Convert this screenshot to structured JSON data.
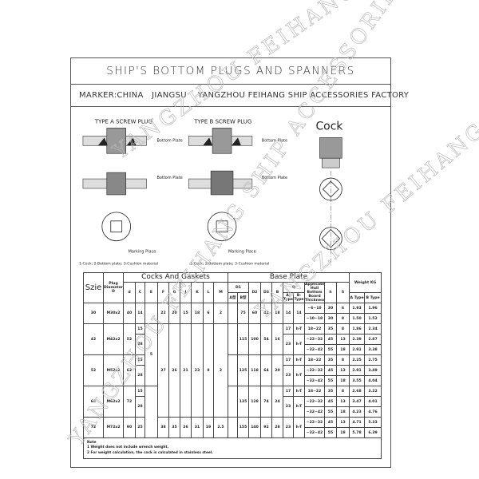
{
  "title": "SHIP'S BOTTOM PLUGS AND SPANNERS",
  "marker": "MARKER:CHINA   JIANGSU    YANGZHOU FEIHANG SHIP ACCESSORIES FACTORY",
  "watermark": "YANGZHOU FEIHANG SHIP ACCESSORIES FACTORY",
  "drawings": {
    "type_a": "TYPE A SCREW PLUG",
    "type_b": "TYPE B SCREW PLUG",
    "cock": "Cock",
    "bottom_plate": "Bottom Plate",
    "marking_place": "Marking Place",
    "legend": "1-Cock; 2-Bottom plate; 3-Cushion material"
  },
  "table": {
    "headers": {
      "size": "Szie",
      "plug": "Plug Diameter D",
      "cocks": "Cocks And Gaskets",
      "d": "d",
      "C": "C",
      "E": "E",
      "F": "F",
      "G": "G",
      "J": "J",
      "K": "K",
      "L": "L",
      "M": "M",
      "base": "Base Plate",
      "D1": "D1",
      "D1A": "A型",
      "D1B": "B型",
      "D2": "D2",
      "D3": "D3",
      "B": "B",
      "Q": "Q",
      "QA": "A-Type",
      "QB": "B-Type",
      "thick": "Applicable Hull Bottom Board Thickness",
      "h": "h",
      "S": "S",
      "weight": "Weight KG",
      "WA": "A Type",
      "WB": "B Type"
    },
    "rows": [
      {
        "size": "30",
        "plug": "M30x2",
        "d": "40",
        "C": [
          "14"
        ],
        "E": "",
        "F": "22",
        "G": "20",
        "J": "15",
        "K": "18",
        "L": "6",
        "M": "2",
        "D1": "75",
        "D2": "60",
        "D3": "42",
        "B": "18",
        "sub": [
          {
            "QA": "14",
            "QB": "14",
            "t": "~6~10",
            "h": "30",
            "S": "6",
            "WA": "1.93",
            "WB": "1.96"
          },
          {
            "t": "~10~18",
            "h": "30",
            "S": "8",
            "WA": "1.50",
            "WB": "1.52"
          }
        ]
      },
      {
        "size": "42",
        "plug": "M42x2",
        "d": "52",
        "C": [
          "15",
          "28"
        ],
        "E": "5",
        "F": "27",
        "G": "26",
        "J": "21",
        "K": "23",
        "L": "8",
        "M": "2",
        "D1": "115",
        "D2": "100",
        "D3": "54",
        "B": "16",
        "sub": [
          {
            "QA": "17",
            "QB": "h-T",
            "t": "18~22",
            "h": "35",
            "S": "8",
            "WA": "1.86",
            "WB": "2.34"
          },
          {
            "QA": "23",
            "QB": "h-T",
            "t": "~22~32",
            "h": "45",
            "S": "13",
            "WA": "2.39",
            "WB": "2.87"
          },
          {
            "t": "~32~42",
            "h": "55",
            "S": "18",
            "WA": "2.91",
            "WB": "3.38"
          }
        ]
      },
      {
        "size": "52",
        "plug": "M52x2",
        "d": "62",
        "C": [
          "15",
          "28"
        ],
        "D1": "125",
        "D2": "118",
        "D3": "64",
        "B": "20",
        "sub": [
          {
            "QA": "17",
            "QB": "h-T",
            "t": "18~22",
            "h": "35",
            "S": "8",
            "WA": "2.25",
            "WB": "2.75"
          },
          {
            "QA": "23",
            "QB": "h-T",
            "t": "~22~32",
            "h": "45",
            "S": "13",
            "WA": "2.91",
            "WB": "3.49"
          },
          {
            "t": "~32~42",
            "h": "55",
            "S": "18",
            "WA": "3.55",
            "WB": "4.04"
          }
        ]
      },
      {
        "size": "62",
        "plug": "M62x2",
        "d": "72",
        "C": [
          "15",
          "28"
        ],
        "E": "",
        "D1": "135",
        "D2": "128",
        "D3": "74",
        "B": "24",
        "sub": [
          {
            "QA": "17",
            "QB": "h-T",
            "t": "18~22",
            "h": "35",
            "S": "8",
            "WA": "2.68",
            "WB": "3.22"
          },
          {
            "QA": "23",
            "QB": "h-T",
            "t": "~22~32",
            "h": "45",
            "S": "13",
            "WA": "3.47",
            "WB": "4.01"
          },
          {
            "t": "~32~42",
            "h": "55",
            "S": "18",
            "WA": "4.23",
            "WB": "4.76"
          }
        ]
      },
      {
        "size": "72",
        "plug": "M72x2",
        "d": "90",
        "C": [
          "25"
        ],
        "F": "38",
        "G": "35",
        "J": "26",
        "K": "31",
        "L": "19",
        "M": "2.5",
        "D1": "155",
        "D2": "140",
        "D3": "92",
        "B": "28",
        "sub": [
          {
            "QA": "23",
            "QB": "h-T",
            "t": "~22~32",
            "h": "45",
            "S": "13",
            "WA": "4.71",
            "WB": "5.33"
          },
          {
            "t": "~32~42",
            "h": "55",
            "S": "18",
            "WA": "5.78",
            "WB": "6.39"
          }
        ]
      }
    ],
    "note_title": "Note",
    "notes": [
      "1 Weight does not include wrench weight.",
      "2 For weight calculation, the cock is calculated in stainless steel."
    ]
  }
}
